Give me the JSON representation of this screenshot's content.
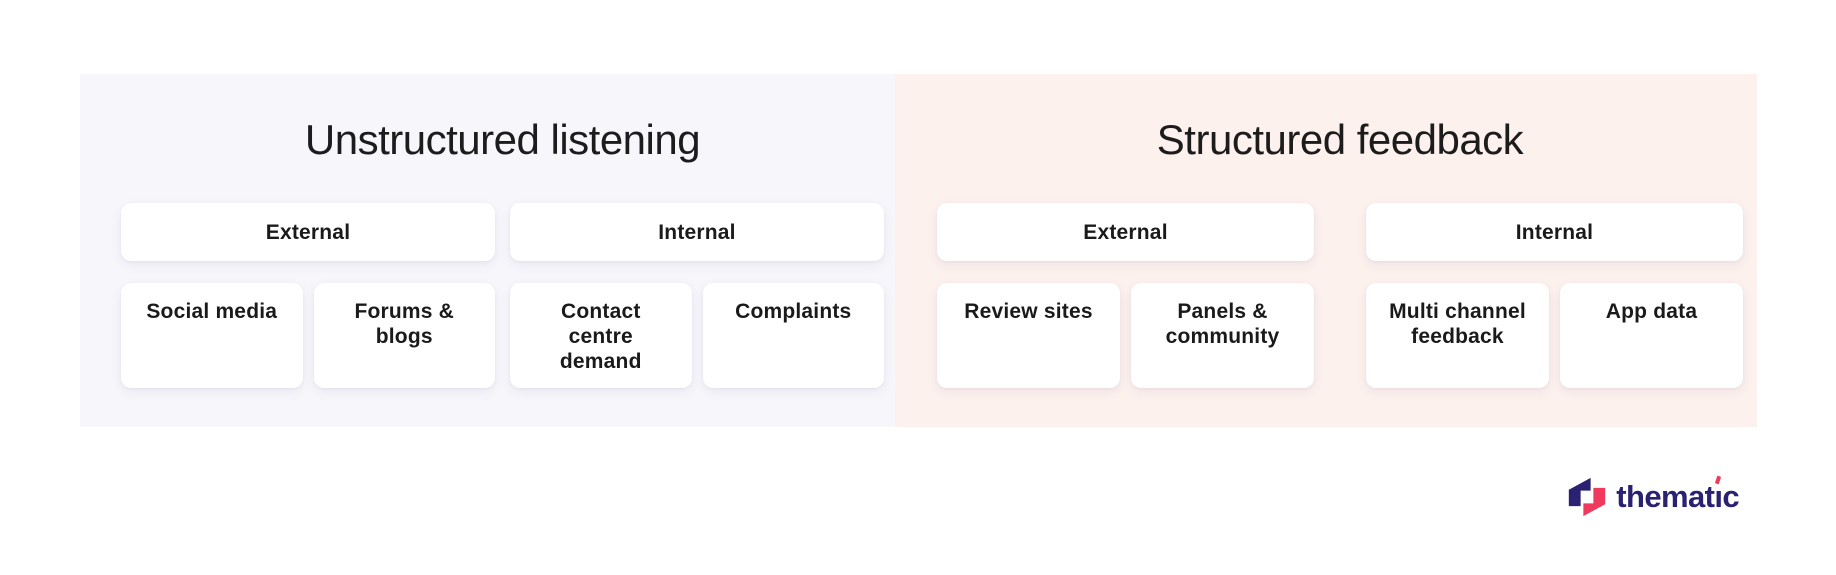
{
  "page": {
    "background": "#ffffff"
  },
  "panels": [
    {
      "id": "unstructured-listening",
      "title": "Unstructured listening",
      "background": "#f7f6fb",
      "groups": [
        {
          "header": "External",
          "cards": [
            "Social media",
            "Forums &\nblogs"
          ]
        },
        {
          "header": "Internal",
          "cards": [
            "Contact\ncentre\ndemand",
            "Complaints"
          ]
        }
      ]
    },
    {
      "id": "structured-feedback",
      "title": "Structured feedback",
      "background": "#fdf1ee",
      "groups": [
        {
          "header": "External",
          "cards": [
            "Review sites",
            "Panels &\ncommunity"
          ]
        },
        {
          "header": "Internal",
          "cards": [
            "Multi channel\nfeedback",
            "App data"
          ]
        }
      ]
    }
  ],
  "brand": {
    "name": "thematic",
    "display_pre": "themat",
    "display_i": "ı",
    "display_post": "c",
    "navy": "#2b2171",
    "pink": "#ef3a5d",
    "icon": "thematic-logo-icon"
  }
}
